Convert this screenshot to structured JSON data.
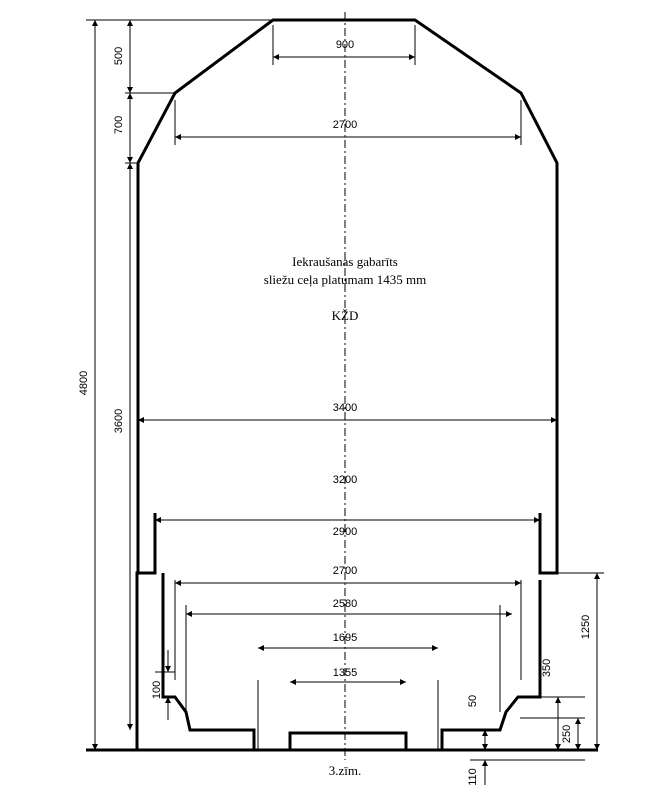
{
  "title": {
    "line1": "Iekraušanas gabarīts",
    "line2": "sliežu ceļa platumam 1435 mm",
    "line3": "KŽD"
  },
  "caption": "3.zīm.",
  "horizontal_dims": [
    "900",
    "2700",
    "3400",
    "3200",
    "2900",
    "2700",
    "2580",
    "1695",
    "1355"
  ],
  "vertical_dims": [
    "500",
    "700",
    "3600",
    "4800",
    "100",
    "50",
    "1250",
    "350",
    "250",
    "110"
  ]
}
